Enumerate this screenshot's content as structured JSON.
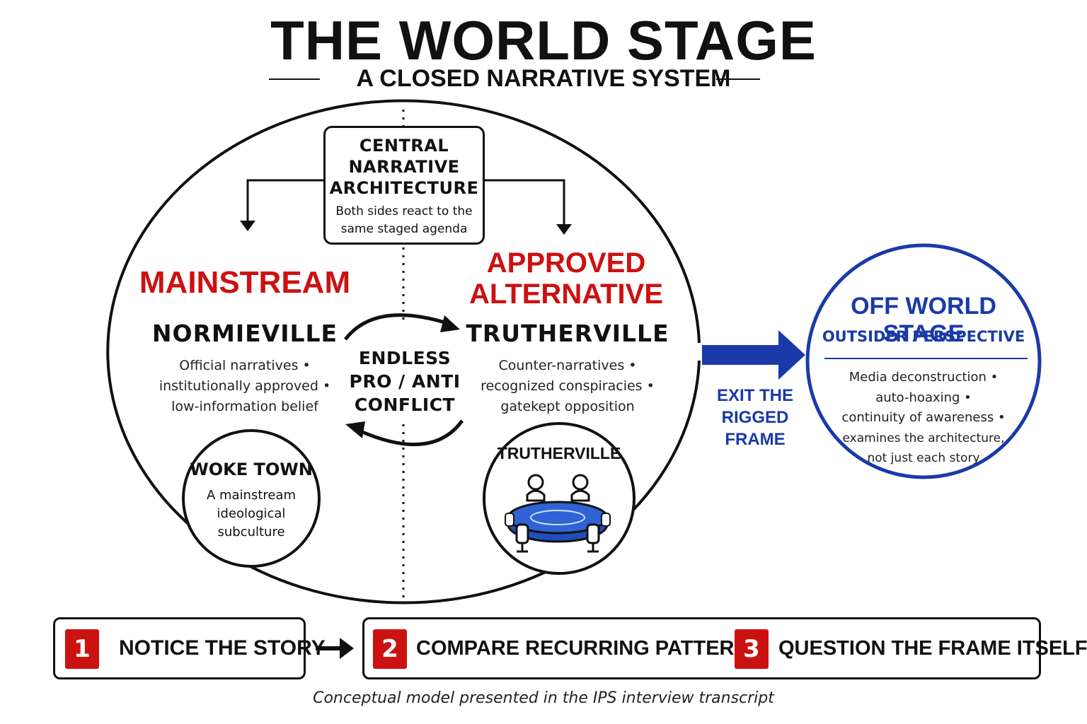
{
  "header": {
    "title": "THE WORLD STAGE",
    "subtitle": "A CLOSED NARRATIVE SYSTEM"
  },
  "central": {
    "title_lines": [
      "CENTRAL",
      "NARRATIVE",
      "ARCHITECTURE"
    ],
    "desc_lines": [
      "Both sides react to the",
      "same staged agenda"
    ]
  },
  "mainstream": {
    "heading": "MAINSTREAM",
    "town": "NORMIEVILLE",
    "desc_lines": [
      "Official narratives •",
      "institutionally approved •",
      "low-information belief"
    ]
  },
  "alternative": {
    "heading_lines": [
      "APPROVED",
      "ALTERNATIVE"
    ],
    "town": "TRUTHERVILLE",
    "desc_lines": [
      "Counter-narratives •",
      "recognized conspiracies •",
      "gatekept opposition"
    ]
  },
  "conflict": {
    "lines": [
      "ENDLESS",
      "PRO / ANTI",
      "CONFLICT"
    ]
  },
  "woke_town": {
    "title": "WOKE TOWN",
    "desc_lines": [
      "A mainstream",
      "ideological",
      "subculture"
    ]
  },
  "truther_circle": {
    "title": "TRUTHERVILLE",
    "icon": "round-table-meeting-icon"
  },
  "exit": {
    "lines": [
      "EXIT THE",
      "RIGGED FRAME"
    ]
  },
  "off_stage": {
    "title": "OFF WORLD STAGE",
    "subtitle": "OUTSIDER PERSPECTIVE",
    "desc_lines": [
      "Media deconstruction •",
      "auto-hoaxing •",
      "continuity of awareness •",
      "examines the architecture,",
      "not just each story"
    ]
  },
  "steps": [
    {
      "number": "1",
      "label": "NOTICE THE STORY"
    },
    {
      "number": "2",
      "label": "COMPARE RECURRING PATTERNS"
    },
    {
      "number": "3",
      "label": "QUESTION THE FRAME ITSELF"
    }
  ],
  "footnote": "Conceptual model presented in the IPS interview transcript",
  "colors": {
    "accent_red": "#cc1111",
    "accent_blue": "#1a3aa8",
    "ink": "#111111"
  }
}
